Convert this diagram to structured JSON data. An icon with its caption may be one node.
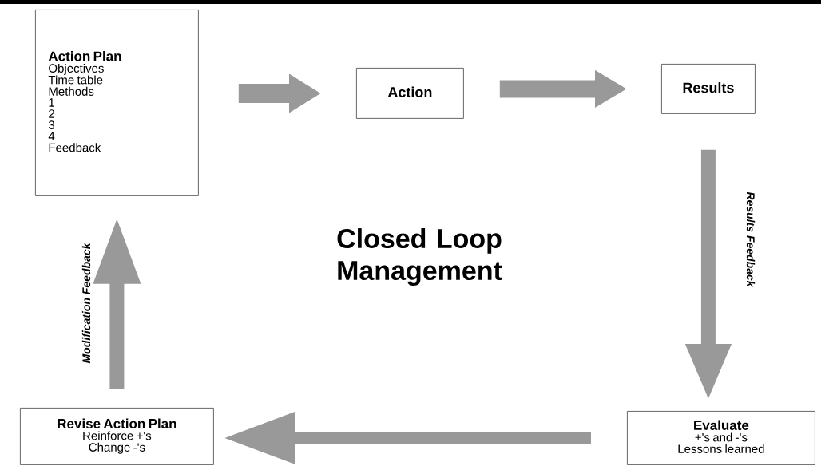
{
  "diagram": {
    "title": "Closed Loop Management",
    "nodes": [
      {
        "text": [
          "Action Plan",
          "Objectives",
          "Time table",
          "Methods",
          "1",
          "2",
          "3",
          "4",
          "Feedback"
        ]
      },
      {
        "text": [
          "Action"
        ]
      },
      {
        "text": [
          "Results"
        ]
      },
      {
        "text": [
          "Evaluate",
          "+'s and -'s",
          "Lessons learned"
        ]
      },
      {
        "text": [
          "Revise Action Plan",
          "Reinforce +'s",
          "Change -'s"
        ]
      }
    ],
    "edges": [
      {
        "from": 0,
        "to": 1,
        "arrow": "to"
      },
      {
        "from": 1,
        "to": 2,
        "arrow": "to"
      },
      {
        "from": 2,
        "to": 3,
        "arrow": "to",
        "label": "Results Feedback"
      },
      {
        "from": 3,
        "to": 4,
        "arrow": "to"
      },
      {
        "from": 4,
        "to": 0,
        "arrow": "to",
        "label": "Modification Feedback"
      }
    ]
  }
}
